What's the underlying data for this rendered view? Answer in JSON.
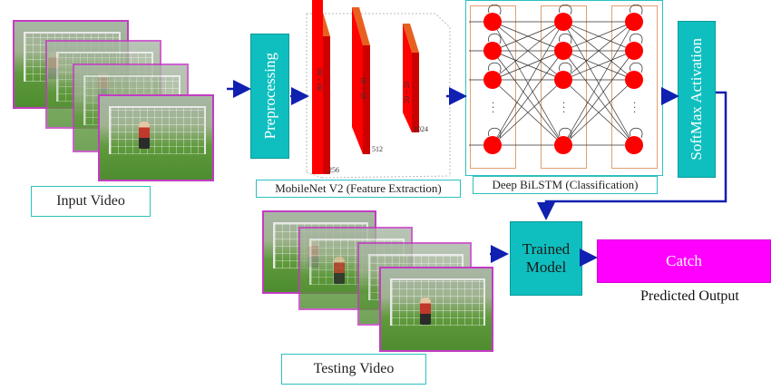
{
  "input_video": {
    "label": "Input Video"
  },
  "testing_video": {
    "label": "Testing Video"
  },
  "preprocessing": {
    "label": "Preprocessing"
  },
  "mobilenet": {
    "caption": "MobileNet V2 (Feature Extraction)",
    "layer_labels": [
      "80 × 80",
      "40 × 40",
      "20 × 20"
    ],
    "depth_labels": [
      "256",
      "512",
      "1024"
    ]
  },
  "bilstm": {
    "caption": "Deep BiLSTM (Classification)",
    "ellipsis": ". . ."
  },
  "softmax": {
    "label": "SoftMax Activation"
  },
  "trained_model": {
    "label": "Trained Model"
  },
  "output": {
    "value": "Catch",
    "caption": "Predicted Output"
  },
  "colors": {
    "teal": "#0fbfbf",
    "frame_border": "#c23cc2",
    "cnn_red": "#ff0000",
    "cnn_top": "#e86020",
    "neuron": "#ff0000",
    "arrow": "#1020b0",
    "output_fill": "#ff00ff"
  }
}
